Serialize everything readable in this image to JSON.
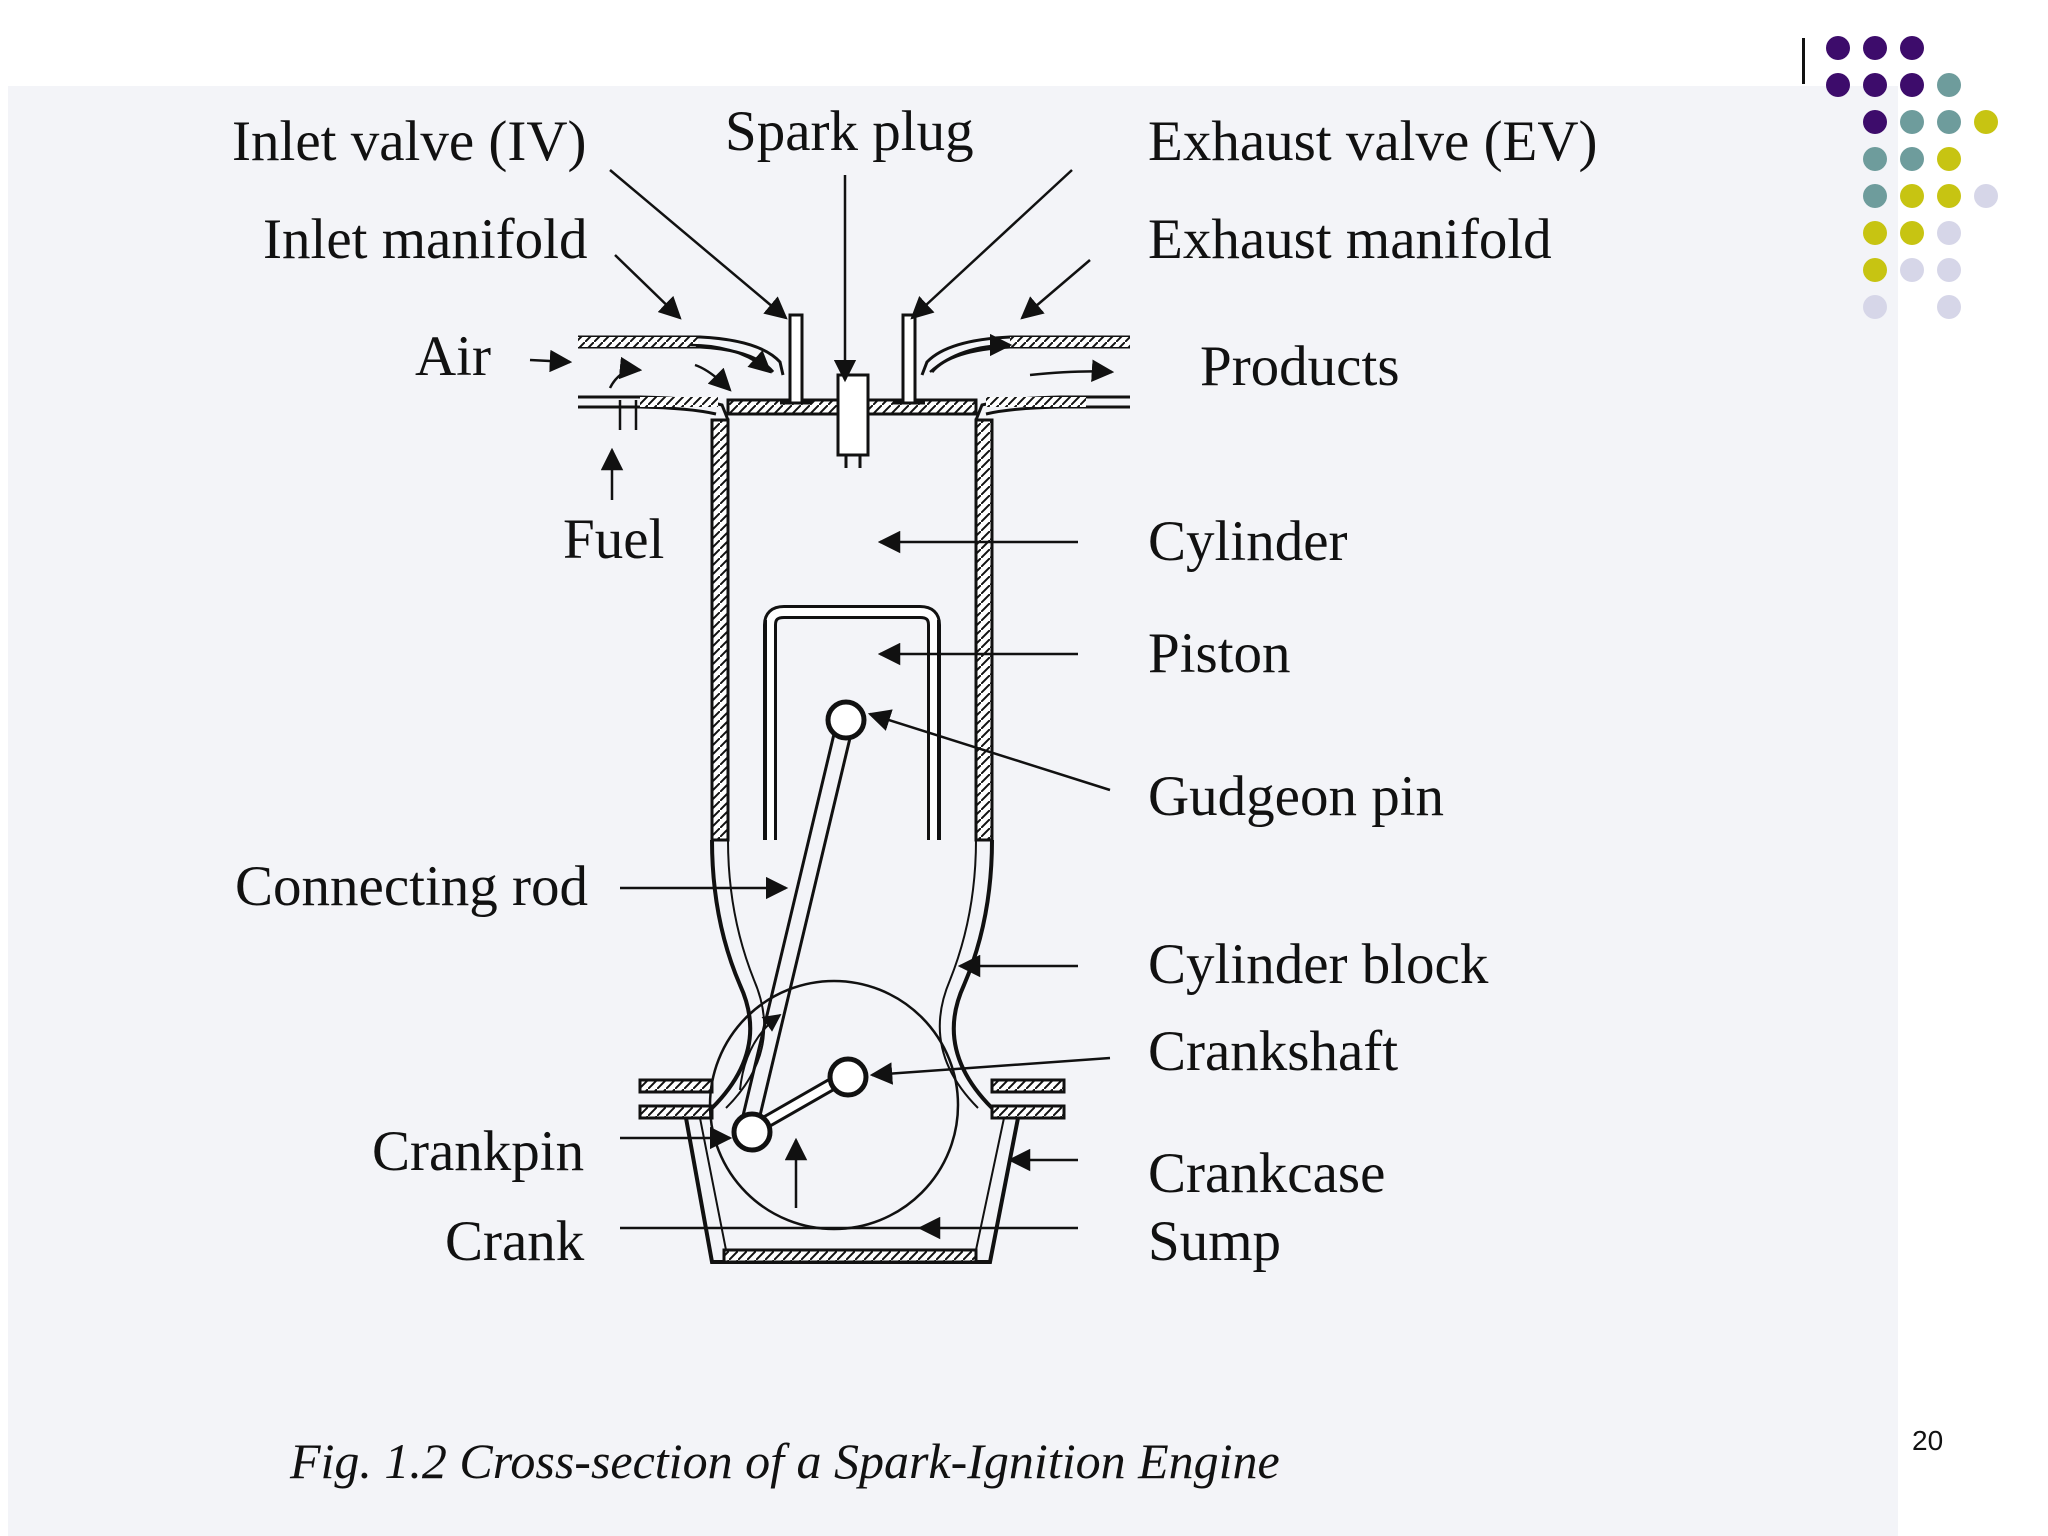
{
  "labels": {
    "inlet_valve": "Inlet valve (IV)",
    "spark_plug": "Spark plug",
    "exhaust_valve": "Exhaust valve (EV)",
    "inlet_manifold": "Inlet manifold",
    "exhaust_manifold": "Exhaust manifold",
    "air": "Air",
    "products": "Products",
    "fuel": "Fuel",
    "cylinder": "Cylinder",
    "piston": "Piston",
    "gudgeon_pin": "Gudgeon pin",
    "connecting_rod": "Connecting rod",
    "cylinder_block": "Cylinder block",
    "crankshaft": "Crankshaft",
    "crankpin": "Crankpin",
    "crankcase": "Crankcase",
    "crank": "Crank",
    "sump": "Sump"
  },
  "caption": "Fig. 1.2  Cross-section of a Spark-Ignition Engine",
  "slide_number": "20",
  "decoration": {
    "dot_colors": [
      "#3d0c6b",
      "#6e9c9c",
      "#c7c412",
      "#d6d6e8"
    ]
  }
}
